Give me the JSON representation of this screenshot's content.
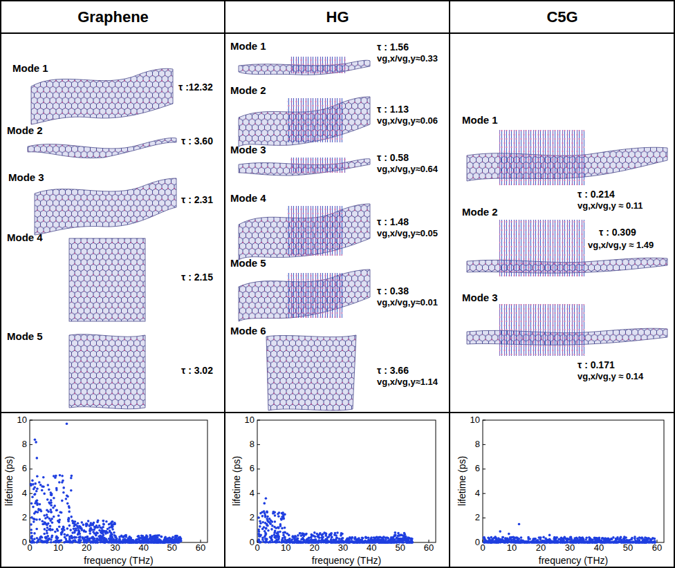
{
  "diagram": {
    "nodes": [
      {
        "text": [
          "Graphene"
        ]
      },
      {
        "text": [
          "HG"
        ]
      },
      {
        "text": [
          "C5G"
        ]
      }
    ],
    "labels": [
      "Mode 1",
      "τ :12.32",
      "Mode 2",
      "τ : 3.60",
      "Mode 3",
      "τ : 2.31",
      "Mode 4",
      "τ : 2.15",
      "Mode 5",
      "τ : 3.02",
      "Mode 1",
      "τ : 1.56",
      "vg,x/vg,y≈0.33",
      "Mode 2",
      "τ : 1.13",
      "vg,x/vg,y≈0.06",
      "Mode 3",
      "τ : 0.58",
      "vg,x/vg,y≈0.64",
      "Mode 4",
      "τ : 1.48",
      "vg,x/vg,y≈0.05",
      "Mode 5",
      "τ : 0.38",
      "vg,x/vg,y≈0.01",
      "Mode 6",
      "τ : 3.66",
      "vg,x/vg,y≈1.14",
      "Mode 1",
      "τ : 0.214",
      "vg,x/vg,y ≈ 0.11",
      "Mode 2",
      "τ : 0.309",
      "vg,x/vg,y ≈ 1.49",
      "Mode 3",
      "τ : 0.171",
      "vg,x/vg,y ≈ 0.14",
      "0",
      "2",
      "4",
      "6",
      "8",
      "10",
      "0",
      "10",
      "20",
      "30",
      "40",
      "50",
      "60",
      "lifetime (ps)",
      "frequency (THz)",
      "0",
      "2",
      "4",
      "6",
      "8",
      "10",
      "0",
      "10",
      "20",
      "30",
      "40",
      "50",
      "60",
      "lifetime (ps)",
      "frequency (THz)",
      "0",
      "2",
      "4",
      "6",
      "8",
      "10",
      "0",
      "10",
      "20",
      "30",
      "40",
      "50",
      "60",
      "lifetime (ps)",
      "frequency (THz)"
    ]
  }
}
